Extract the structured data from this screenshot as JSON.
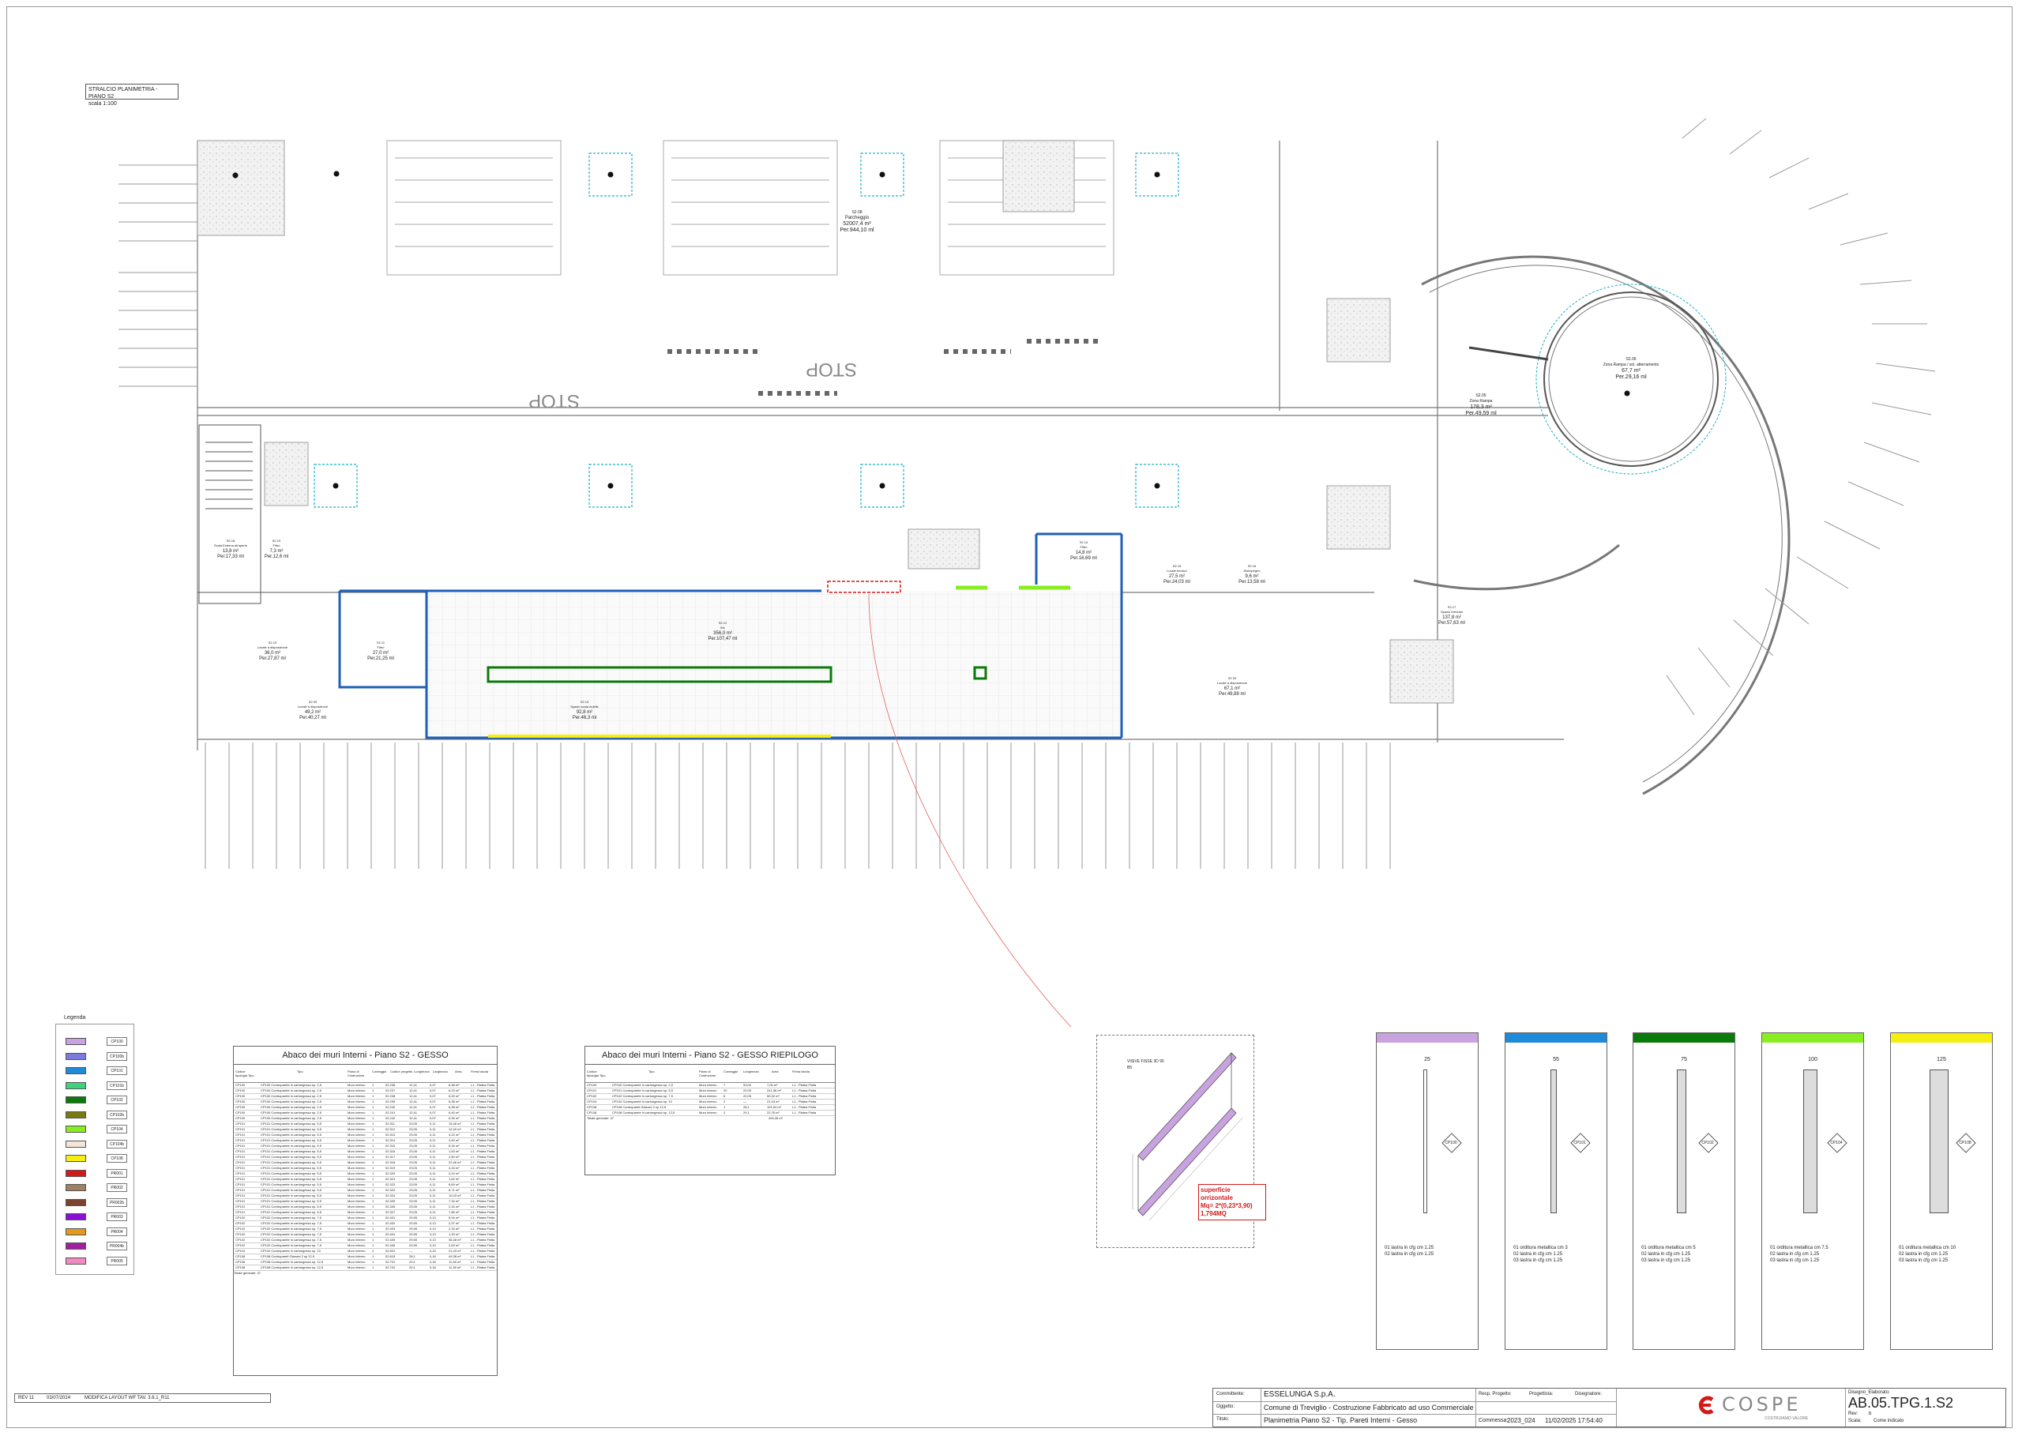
{
  "drawing_title": {
    "line1": "STRALCIO PLANIMETRIA - PIANO S2",
    "line2": "scala 1:100"
  },
  "plan": {
    "parking_label": {
      "code": "S2.08",
      "name": "Parcheggio",
      "area": "52007,4 m²",
      "perimeter": "Per.944,10 ml"
    },
    "rotunda_label": {
      "code": "S2.06",
      "name": "Zona Rampa / sol. atterramento",
      "area": "67,7 m²",
      "perimeter": "Per.29,16 ml"
    },
    "ramp_label": {
      "code": "S2.05",
      "name": "Zona Rampa",
      "area": "178,3 m²",
      "perimeter": "Per.49,59 ml"
    },
    "rooms": [
      {
        "code": "S2.18",
        "name": "Scala Esterna all'aperto",
        "area": "13,8 m²",
        "perimeter": "Per.17,33 ml"
      },
      {
        "code": "S2.19",
        "name": "Filtro",
        "area": "7,3 m²",
        "perimeter": "Per.12,6 ml"
      },
      {
        "code": "S2.10",
        "name": "Locale a disposizione",
        "area": "36,0 m²",
        "perimeter": "Per.27,87 ml"
      },
      {
        "code": "S2.11",
        "name": "Filtro",
        "area": "27,0 m²",
        "perimeter": "Per.21,25 ml"
      },
      {
        "code": "S2.09",
        "name": "Locale a disposizione",
        "area": "49,2 m²",
        "perimeter": "Per.40,27 ml"
      },
      {
        "code": "S2.12",
        "name": "Wc",
        "area": "356,0 m²",
        "perimeter": "Per.107,47 ml"
      },
      {
        "code": "S2.13",
        "name": "Spazio scala mobile",
        "area": "92,8 m²",
        "perimeter": "Per.46,3 ml"
      },
      {
        "code": "S2.14",
        "name": "Filtro",
        "area": "14,8 m²",
        "perimeter": "Per.16,69 ml"
      },
      {
        "code": "S2.15",
        "name": "Locale tecnico",
        "area": "27,5 m²",
        "perimeter": "Per.24,03 ml"
      },
      {
        "code": "S2.16",
        "name": "Disimpegno",
        "area": "9,6 m²",
        "perimeter": "Per.13,58 ml"
      },
      {
        "code": "S2.17",
        "name": "Spazio interrato",
        "area": "137,8 m²",
        "perimeter": "Per.57,63 ml"
      },
      {
        "code": "S2.20",
        "name": "Locale a disposizione",
        "area": "67,1 m²",
        "perimeter": "Per.49,88 ml"
      }
    ],
    "floor_signs": [
      "STOP",
      "STOP"
    ]
  },
  "legend": {
    "title": "Legenda",
    "items": [
      {
        "code": "CP100",
        "color": "#c9a3e0"
      },
      {
        "code": "CP100b",
        "color": "#7b7bdb"
      },
      {
        "code": "CP101",
        "color": "#1e8ad8"
      },
      {
        "code": "CP101b",
        "color": "#3fd27e"
      },
      {
        "code": "CP102",
        "color": "#0a7a0a"
      },
      {
        "code": "CP102b",
        "color": "#7a7a12"
      },
      {
        "code": "CP104",
        "color": "#88ee22"
      },
      {
        "code": "CP104b",
        "color": "#f3e5d8"
      },
      {
        "code": "CP108",
        "color": "#f5ee12"
      },
      {
        "code": "PR001",
        "color": "#d21a1a"
      },
      {
        "code": "PR002",
        "color": "#a08060"
      },
      {
        "code": "PR002b",
        "color": "#7a4430"
      },
      {
        "code": "PR003",
        "color": "#8a10d8"
      },
      {
        "code": "PR004",
        "color": "#e39a1a"
      },
      {
        "code": "PR004b",
        "color": "#a020a0"
      },
      {
        "code": "PR005",
        "color": "#f08ac0"
      }
    ]
  },
  "table1": {
    "title": "Abaco dei muri Interni - Piano S2 - GESSO",
    "headers": [
      "Codice tipologia Tipo",
      "Tipo",
      "Piano di Costruzione",
      "Conteggio",
      "Codice progetto",
      "Lunghezza",
      "Larghezza",
      "Area",
      "Firma tavola"
    ],
    "rows": [
      [
        "CP100",
        "CP100 Controparete in cartongesso sp. 2,5",
        "Muro interno",
        "1",
        "02.236",
        "12,41",
        "0,07",
        "6,38 m²",
        "L1 - Platea Finita"
      ],
      [
        "CP100",
        "CP100 Controparete in cartongesso sp. 2,5",
        "Muro interno",
        "1",
        "02.237",
        "12,41",
        "0,07",
        "6,23 m²",
        "L1 - Platea Finita"
      ],
      [
        "CP100",
        "CP100 Controparete in cartongesso sp. 2,5",
        "Muro interno",
        "1",
        "02.238",
        "12,41",
        "0,07",
        "6,49 m²",
        "L1 - Platea Finita"
      ],
      [
        "CP100",
        "CP100 Controparete in cartongesso sp. 2,5",
        "Muro interno",
        "1",
        "02.239",
        "12,41",
        "0,07",
        "6,38 m²",
        "L1 - Platea Finita"
      ],
      [
        "CP100",
        "CP100 Controparete in cartongesso sp. 2,5",
        "Muro interno",
        "1",
        "02.240",
        "12,41",
        "0,07",
        "6,38 m²",
        "L1 - Platea Finita"
      ],
      [
        "CP100",
        "CP100 Controparete in cartongesso sp. 2,5",
        "Muro interno",
        "1",
        "02.241",
        "12,41",
        "0,07",
        "6,40 m²",
        "L1 - Platea Finita"
      ],
      [
        "CP100",
        "CP100 Controparete in cartongesso sp. 2,5",
        "Muro interno",
        "1",
        "02.242",
        "12,41",
        "0,07",
        "6,39 m²",
        "L1 - Platea Finita"
      ],
      [
        "CP101",
        "CP101 Controparete in cartongesso sp. 5,5",
        "Muro interno",
        "1",
        "02.311",
        "23,05",
        "0,11",
        "15,46 m²",
        "L1 - Platea Finita"
      ],
      [
        "CP101",
        "CP101 Controparete in cartongesso sp. 5,5",
        "Muro interno",
        "1",
        "02.312",
        "23,05",
        "0,11",
        "12,40 m²",
        "L1 - Platea Finita"
      ],
      [
        "CP101",
        "CP101 Controparete in cartongesso sp. 5,5",
        "Muro interno",
        "1",
        "02.313",
        "23,05",
        "0,11",
        "4,22 m²",
        "L1 - Platea Finita"
      ],
      [
        "CP101",
        "CP101 Controparete in cartongesso sp. 5,5",
        "Muro interno",
        "1",
        "02.314",
        "23,05",
        "0,11",
        "3,40 m²",
        "L1 - Platea Finita"
      ],
      [
        "CP101",
        "CP101 Controparete in cartongesso sp. 5,5",
        "Muro interno",
        "1",
        "02.315",
        "23,05",
        "0,11",
        "5,34 m²",
        "L1 - Platea Finita"
      ],
      [
        "CP101",
        "CP101 Controparete in cartongesso sp. 5,5",
        "Muro interno",
        "1",
        "02.316",
        "23,05",
        "0,11",
        "1,53 m²",
        "L1 - Platea Finita"
      ],
      [
        "CP101",
        "CP101 Controparete in cartongesso sp. 5,5",
        "Muro interno",
        "1",
        "02.317",
        "23,05",
        "0,11",
        "2,60 m²",
        "L1 - Platea Finita"
      ],
      [
        "CP101",
        "CP101 Controparete in cartongesso sp. 5,5",
        "Muro interno",
        "1",
        "02.318",
        "23,05",
        "0,11",
        "22,46 m²",
        "L1 - Platea Finita"
      ],
      [
        "CP101",
        "CP101 Controparete in cartongesso sp. 5,5",
        "Muro interno",
        "1",
        "02.319",
        "23,05",
        "0,11",
        "4,16 m²",
        "L1 - Platea Finita"
      ],
      [
        "CP101",
        "CP101 Controparete in cartongesso sp. 5,5",
        "Muro interno",
        "1",
        "02.320",
        "23,05",
        "0,11",
        "3,19 m²",
        "L1 - Platea Finita"
      ],
      [
        "CP101",
        "CP101 Controparete in cartongesso sp. 5,5",
        "Muro interno",
        "1",
        "02.321",
        "23,05",
        "0,11",
        "1,62 m²",
        "L1 - Platea Finita"
      ],
      [
        "CP101",
        "CP101 Controparete in cartongesso sp. 5,5",
        "Muro interno",
        "1",
        "02.322",
        "23,05",
        "0,11",
        "8,69 m²",
        "L1 - Platea Finita"
      ],
      [
        "CP101",
        "CP101 Controparete in cartongesso sp. 5,5",
        "Muro interno",
        "1",
        "02.323",
        "23,05",
        "0,11",
        "6,71 m²",
        "L1 - Platea Finita"
      ],
      [
        "CP101",
        "CP101 Controparete in cartongesso sp. 5,5",
        "Muro interno",
        "1",
        "02.324",
        "23,05",
        "0,11",
        "10,43 m²",
        "L1 - Platea Finita"
      ],
      [
        "CP101",
        "CP101 Controparete in cartongesso sp. 5,5",
        "Muro interno",
        "1",
        "02.325",
        "23,05",
        "0,11",
        "7,34 m²",
        "L1 - Platea Finita"
      ],
      [
        "CP101",
        "CP101 Controparete in cartongesso sp. 5,5",
        "Muro interno",
        "1",
        "02.326",
        "23,05",
        "0,11",
        "2,16 m²",
        "L1 - Platea Finita"
      ],
      [
        "CP101",
        "CP101 Controparete in cartongesso sp. 5,5",
        "Muro interno",
        "1",
        "02.327",
        "23,05",
        "0,11",
        "7,86 m²",
        "L1 - Platea Finita"
      ],
      [
        "CP102",
        "CP102 Controparete in cartongesso sp. 7,5",
        "Muro interno",
        "1",
        "02.401",
        "29,55",
        "0,13",
        "5,94 m²",
        "L1 - Platea Finita"
      ],
      [
        "CP102",
        "CP102 Controparete in cartongesso sp. 7,5",
        "Muro interno",
        "1",
        "02.402",
        "29,55",
        "0,13",
        "2,37 m²",
        "L1 - Platea Finita"
      ],
      [
        "CP102",
        "CP102 Controparete in cartongesso sp. 7,5",
        "Muro interno",
        "1",
        "02.403",
        "29,55",
        "0,13",
        "2,15 m²",
        "L1 - Platea Finita"
      ],
      [
        "CP102",
        "CP102 Controparete in cartongesso sp. 7,5",
        "Muro interno",
        "1",
        "02.404",
        "29,55",
        "0,13",
        "1,33 m²",
        "L1 - Platea Finita"
      ],
      [
        "CP102",
        "CP102 Controparete in cartongesso sp. 7,5",
        "Muro interno",
        "1",
        "02.405",
        "29,55",
        "0,13",
        "36,48 m²",
        "L1 - Platea Finita"
      ],
      [
        "CP102",
        "CP102 Controparete in cartongesso sp. 7,5",
        "Muro interno",
        "1",
        "02.406",
        "29,55",
        "0,13",
        "2,63 m²",
        "L1 - Platea Finita"
      ],
      [
        "CP104",
        "CP104 Controparete in cartongesso sp. 10",
        "Muro interno",
        "2",
        "02.501",
        "—",
        "0,15",
        "21,43 m²",
        "L1 - Platea Finita"
      ],
      [
        "CP108",
        "CP108 Contropareti Glasurd 2 sp 12,5",
        "Muro interno",
        "1",
        "02.615",
        "28,1",
        "0,18",
        "49,38 m²",
        "L1 - Platea Finita"
      ],
      [
        "CP108",
        "CP108 Controparete in cartongesso sp. 12,5",
        "Muro interno",
        "1",
        "02.701",
        "29,1",
        "0,18",
        "11,38 m²",
        "L1 - Platea Finita"
      ],
      [
        "CP108",
        "CP108 Controparete in cartongesso sp. 12,5",
        "Muro interno",
        "1",
        "02.702",
        "29,1",
        "0,18",
        "11,38 m²",
        "L1 - Platea Finita"
      ]
    ],
    "total": "Totale generale: 47"
  },
  "table2": {
    "title": "Abaco dei muri Interni - Piano S2 - GESSO RIEPILOGO",
    "headers": [
      "Codice tipologia Tipo",
      "Tipo",
      "Piano di Costruzione",
      "Conteggio",
      "Lunghezza",
      "Area",
      "Firma tavola"
    ],
    "rows": [
      [
        "CP100",
        "CP100 Controparete in cartongesso sp. 2,5",
        "Muro interno",
        "7",
        "53,00",
        "7,00 m²",
        "L1 - Platea Finita"
      ],
      [
        "CP101",
        "CP101 Controparete in cartongesso sp. 5,5",
        "Muro interno",
        "20",
        "22,05",
        "241,36 m²",
        "L1 - Platea Finita"
      ],
      [
        "CP102",
        "CP102 Controparete in cartongesso sp. 7,5",
        "Muro interno",
        "6",
        "22,05",
        "50,32 m²",
        "L1 - Platea Finita"
      ],
      [
        "CP104",
        "CP104 Controparete in cartongesso sp. 10",
        "Muro interno",
        "2",
        "—",
        "21,43 m²",
        "L1 - Platea Finita"
      ],
      [
        "CP108",
        "CP108 Contropareti Glasurd 2 sp 12,5",
        "Muro interno",
        "1",
        "28,1",
        "101,04 m²",
        "L1 - Platea Finita"
      ],
      [
        "CP108",
        "CP108 Controparete in cartongesso sp. 12,5",
        "Muro interno",
        "2",
        "29,1",
        "22,76 m²",
        "L1 - Platea Finita"
      ]
    ],
    "total": "Totale generale: 47",
    "total_area": "494,35 m²"
  },
  "detail": {
    "view_label": "VISIVE FISSE 3D 90",
    "view_sub": "B5",
    "note_line1": "superficie orrizontale",
    "note_line2": "Mq= 2*(0,23*3,90)",
    "note_line3": "1,794MQ"
  },
  "wall_types": [
    {
      "code": "CP100",
      "color": "#c9a3e0",
      "dim": "25",
      "desc": [
        "01    lastra in cfg cm 1.25",
        "02    lastra in cfg cm 1.25"
      ]
    },
    {
      "code": "CP101",
      "color": "#1e8ad8",
      "dim": "55",
      "desc": [
        "01    orditura metallica cm 3",
        "02    lastra in cfg cm 1.25",
        "03    lastra in cfg cm 1.25"
      ]
    },
    {
      "code": "CP102",
      "color": "#0a7a0a",
      "dim": "75",
      "desc": [
        "01    orditura metallica cm 5",
        "02    lastra in cfg cm 1.25",
        "03    lastra in cfg cm 1.25"
      ]
    },
    {
      "code": "CP104",
      "color": "#88ee22",
      "dim": "100",
      "desc": [
        "01    orditura metallica cm 7.5",
        "02    lastra in cfg cm 1.25",
        "03    lastra in cfg cm 1.25"
      ]
    },
    {
      "code": "CP108",
      "color": "#f5ee12",
      "dim": "125",
      "desc": [
        "01    orditura metallica cm 10",
        "02    lastra in cfg cm 1.25",
        "03    lastra in cfg cm 1.25"
      ]
    }
  ],
  "revision": {
    "rev": "REV 11",
    "date": "03/07/2024",
    "desc": "MODIFICA LAYOUT WF TAV. 3.6.1_R11"
  },
  "title_block": {
    "committente_label": "Committente:",
    "committente": "ESSELUNGA S.p.A.",
    "oggetto_label": "Oggetto:",
    "oggetto": "Comune di Treviglio - Costruzione Fabbricato ad uso Commerciale",
    "titolo_label": "Titolo:",
    "titolo": "Planimetria Piano S2 - Tip. Pareti Interni - Gesso",
    "resp_label": "Resp. Progetto:",
    "progettista_label": "Progettista:",
    "disegnatore_label": "Disegnatore:",
    "commessa_label": "Commessa:",
    "commessa": "2023_024",
    "datetime": "11/02/2025 17:54:40",
    "logo_text": "COSPE",
    "logo_sub": "COSTRUIAMO VALORE",
    "disegno_label": "Disegno_Elaborato:",
    "disegno": "AB.05.TPG.1.S2",
    "rev_label": "Rev:",
    "rev": "b",
    "scala_label": "Scala:",
    "scala": "Come indicato"
  }
}
